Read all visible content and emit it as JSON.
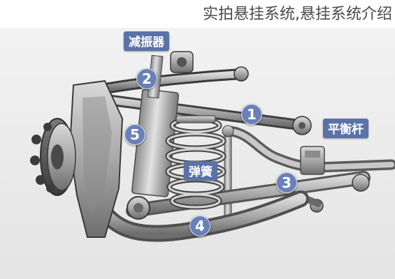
{
  "headline": "实拍悬挂系统,悬挂系统介绍",
  "labels": {
    "shock_absorber": "减振器",
    "stabilizer_bar": "平衡杆",
    "spring": "弹簧"
  },
  "markers": [
    "1",
    "2",
    "3",
    "4",
    "5"
  ],
  "colors": {
    "label_bg": "#5b72a8",
    "marker_bg": "#6a80b8",
    "background": "#ececec"
  }
}
